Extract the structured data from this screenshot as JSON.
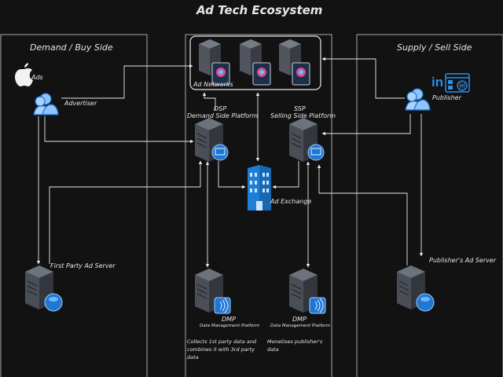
{
  "title": "Ad Tech Ecosystem",
  "lanes": {
    "demand": "Demand / Buy Side",
    "supply": "Supply / Sell Side"
  },
  "nodes": {
    "ads": "Ads",
    "advertiser": "Advertiser",
    "ad_networks": "Ad Networks",
    "dsp": {
      "short": "DSP",
      "long": "Demand Side Platform"
    },
    "ssp": {
      "short": "SSP",
      "long": "Selling Side Platform"
    },
    "ad_exchange": "Ad Exchange",
    "publisher": "Publisher",
    "first_party_ad_server": "First Party Ad Server",
    "publishers_ad_server": "Publisher's Ad Server",
    "dmp_left": {
      "short": "DMP",
      "long": "Data Management Platform"
    },
    "dmp_right": {
      "short": "DMP",
      "long": "Data Management Platform"
    }
  },
  "notes": {
    "dmp_left": "Collects 1st party data and combines it with 3rd party data",
    "dmp_right": "Monetises publisher's data"
  },
  "icons": {
    "apple": "apple-logo-icon",
    "linkedin": "linkedin-logo-icon",
    "web": "website-icon",
    "person": "users-icon",
    "server": "server-icon",
    "building": "office-building-icon"
  },
  "colors": {
    "background": "#121212",
    "lines": "#e8e8e8",
    "server_dark": "#3b3f47",
    "server_light": "#6d737c",
    "accent_blue": "#2f8fe0",
    "person_blue": "#8fc4ff",
    "building_blue": "#1e7fd6"
  }
}
